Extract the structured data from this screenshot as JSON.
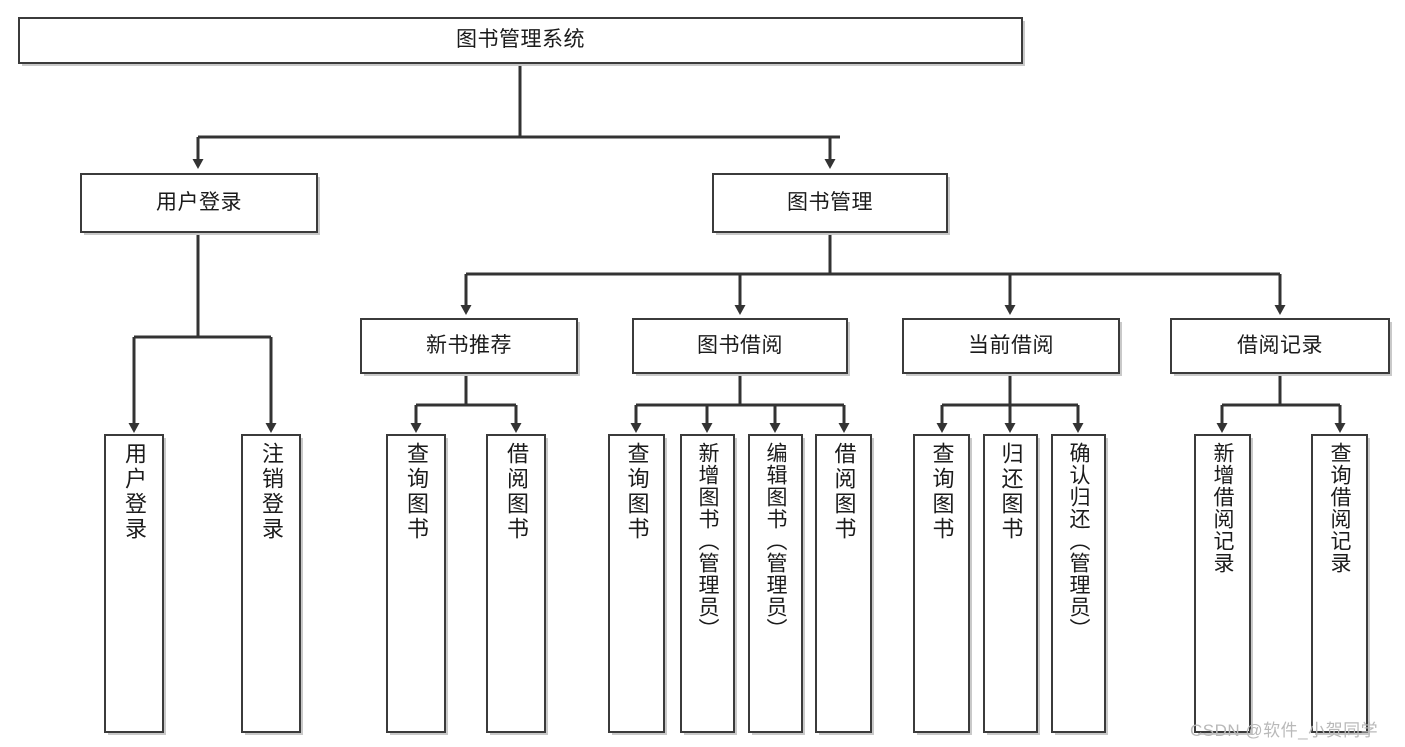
{
  "diagram": {
    "title": "图书管理系统",
    "type": "hierarchy-tree",
    "watermark": "CSDN @软件_小贺同学",
    "colors": {
      "box_border": "#3b3b3b",
      "box_fill": "#ffffff",
      "connector": "#333333",
      "shadow": "#c9c9c9",
      "watermark": "#b9b9b9"
    },
    "nodes": {
      "root": {
        "label": "图书管理系统"
      },
      "level1": [
        {
          "label": "用户登录"
        },
        {
          "label": "图书管理"
        }
      ],
      "level2": [
        {
          "label": "新书推荐"
        },
        {
          "label": "图书借阅"
        },
        {
          "label": "当前借阅"
        },
        {
          "label": "借阅记录"
        }
      ],
      "leaves_user_login": [
        {
          "label": "用户登录"
        },
        {
          "label": "注销登录"
        }
      ],
      "leaves_new_book": [
        {
          "label": "查询图书"
        },
        {
          "label": "借阅图书"
        }
      ],
      "leaves_borrow": [
        {
          "label": "查询图书"
        },
        {
          "label": "新增图书（管理员）"
        },
        {
          "label": "编辑图书（管理员）"
        },
        {
          "label": "借阅图书"
        }
      ],
      "leaves_current": [
        {
          "label": "查询图书"
        },
        {
          "label": "归还图书"
        },
        {
          "label": "确认归还（管理员）"
        }
      ],
      "leaves_records": [
        {
          "label": "新增借阅记录"
        },
        {
          "label": "查询借阅记录"
        }
      ]
    }
  }
}
